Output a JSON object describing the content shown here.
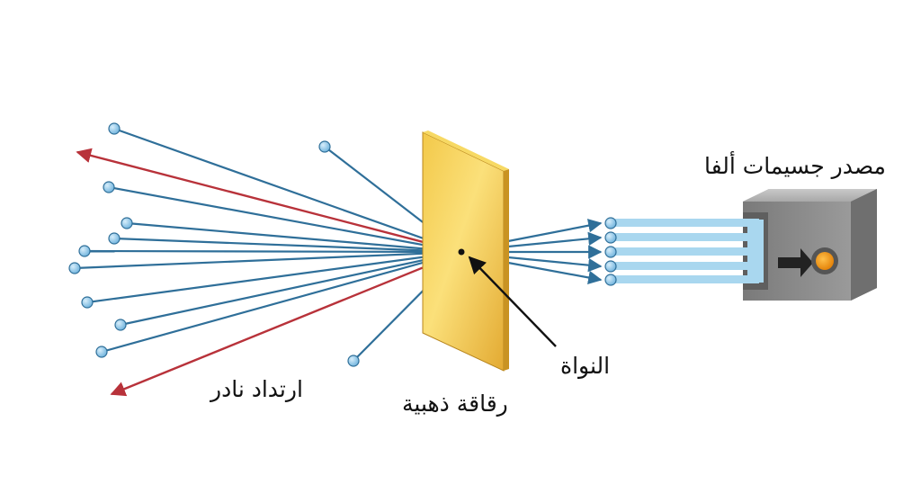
{
  "labels": {
    "source": "مصدر جسيمات ألفا",
    "nucleus": "النواة",
    "foil": "رقاقة ذهبية",
    "rare_rebound": "ارتداد نادر"
  },
  "colors": {
    "particle_path": "#2f6f99",
    "rebound_path": "#b8323a",
    "beam": "#a9d7ef",
    "particle_fill": "#8fc6e6",
    "foil_light": "#f7d35a",
    "foil_dark": "#e8b23a",
    "source_body": "#8c8c8c",
    "source_core": "#f08a10"
  }
}
